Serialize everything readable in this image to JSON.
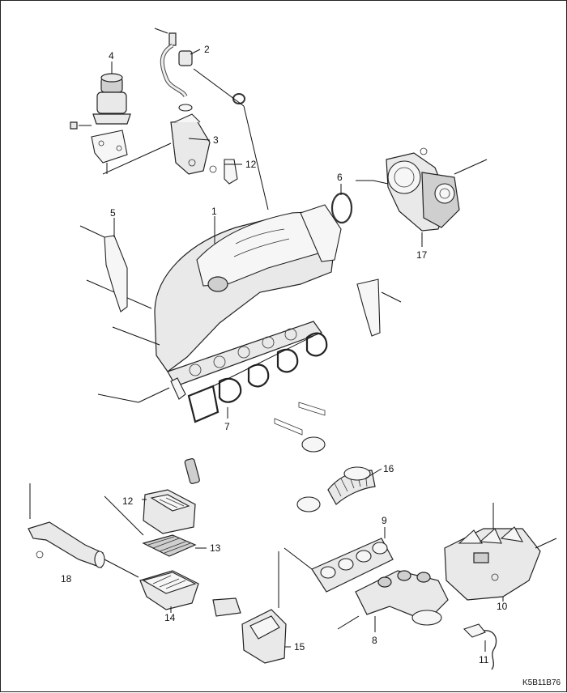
{
  "callouts": [
    {
      "id": "c1",
      "text": "1"
    },
    {
      "id": "c2",
      "text": "2"
    },
    {
      "id": "c3",
      "text": "3"
    },
    {
      "id": "c4",
      "text": "4"
    },
    {
      "id": "c5",
      "text": "5"
    },
    {
      "id": "c6",
      "text": "6"
    },
    {
      "id": "c7",
      "text": "7"
    },
    {
      "id": "c8",
      "text": "8"
    },
    {
      "id": "c9",
      "text": "9"
    },
    {
      "id": "c10",
      "text": "10"
    },
    {
      "id": "c11",
      "text": "11"
    },
    {
      "id": "c12a",
      "text": "12"
    },
    {
      "id": "c12b",
      "text": "12"
    },
    {
      "id": "c13",
      "text": "13"
    },
    {
      "id": "c14",
      "text": "14"
    },
    {
      "id": "c15",
      "text": "15"
    },
    {
      "id": "c16",
      "text": "16"
    },
    {
      "id": "c17",
      "text": "17"
    },
    {
      "id": "c18",
      "text": "18"
    }
  ],
  "figure_code": "K5B11B76"
}
